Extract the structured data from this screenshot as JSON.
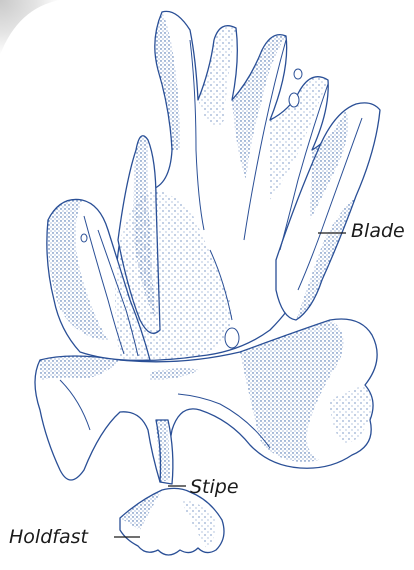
{
  "labels": {
    "blade": "Blade",
    "stipe": "Stipe",
    "holdfast": "Holdfast"
  },
  "colors": {
    "ink": "#2a4f96",
    "stipple": "#2d5ba3",
    "fill": "#ffffff",
    "label": "#1b1b1b"
  }
}
